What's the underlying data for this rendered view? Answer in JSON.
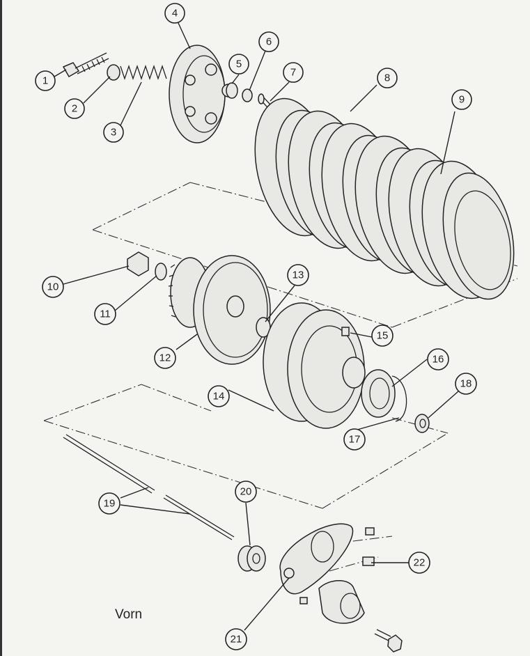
{
  "title": "Clutch exploded view",
  "labels": [
    "1",
    "2",
    "3",
    "4",
    "5",
    "6",
    "7",
    "8",
    "9",
    "10",
    "11",
    "12",
    "13",
    "14",
    "15",
    "16",
    "17",
    "18",
    "19",
    "20",
    "21",
    "22"
  ],
  "direction_label": "Vorn"
}
